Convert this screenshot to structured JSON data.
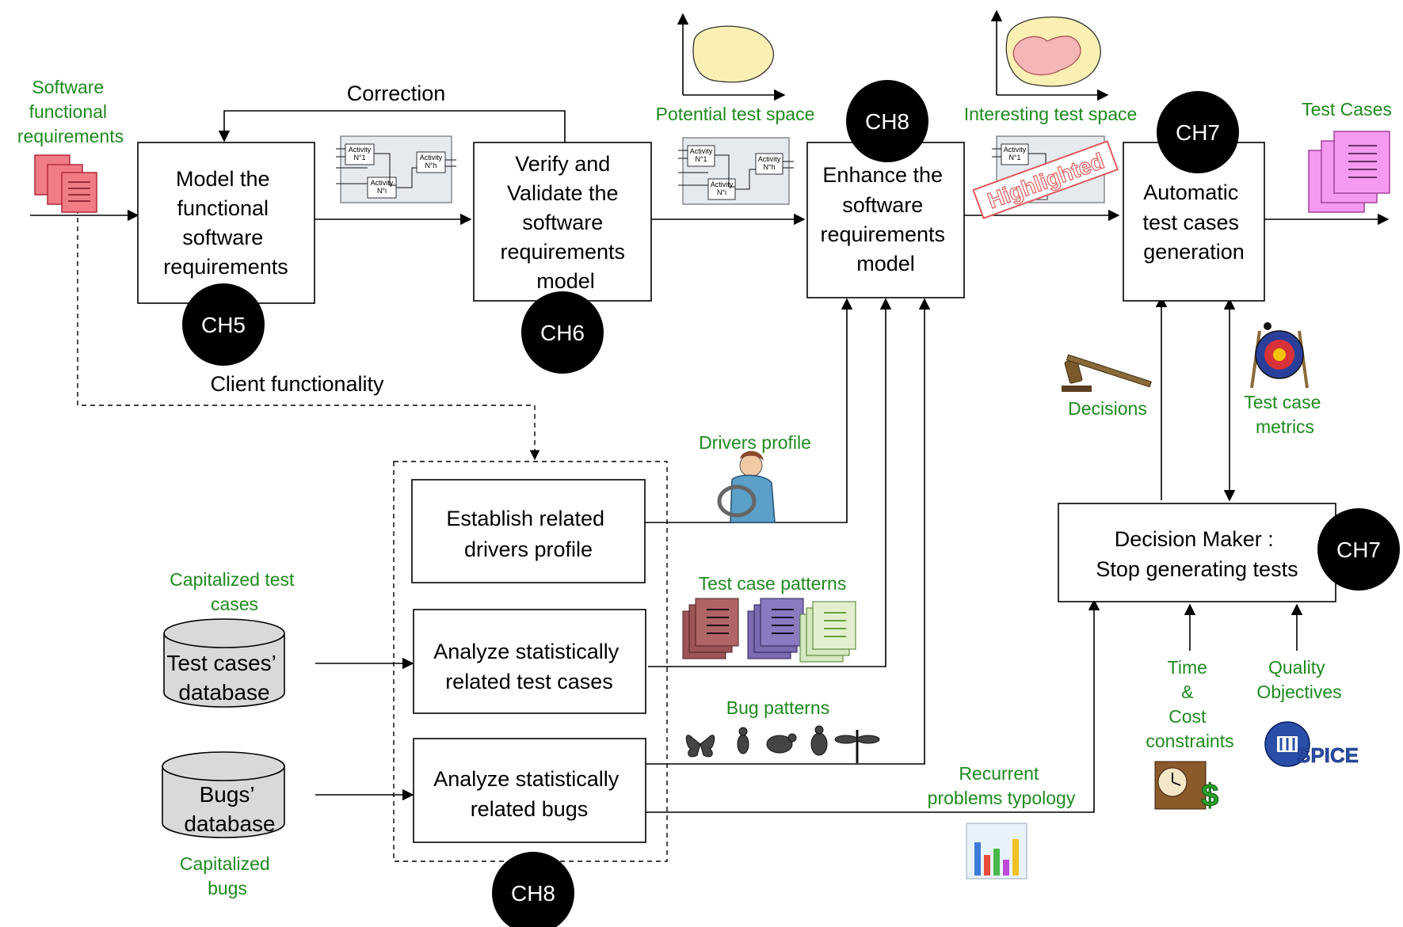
{
  "colors": {
    "label_green": "#1e8a1e",
    "badge": "#000000",
    "doc_red": "#f07c86",
    "doc_pink": "#f59af0",
    "space_yellow": "#fbf0b4",
    "space_pink": "#f5b6b8"
  },
  "processes": {
    "model": [
      "Model the",
      "functional",
      "software",
      "requirements"
    ],
    "verify": [
      "Verify and",
      "Validate the",
      "software",
      "requirements",
      "model"
    ],
    "enhance": [
      "Enhance the",
      "software",
      "requirements",
      "model"
    ],
    "generate": [
      "Automatic",
      "test cases",
      "generation"
    ],
    "decision": [
      "Decision Maker :",
      "Stop generating tests"
    ],
    "establish": [
      "Establish related",
      "drivers profile"
    ],
    "analyze_tests": [
      "Analyze statistically",
      "related test cases"
    ],
    "analyze_bugs": [
      "Analyze statistically",
      "related bugs"
    ]
  },
  "badges": {
    "ch5": "CH5",
    "ch6": "CH6",
    "ch8_top": "CH8",
    "ch7_top": "CH7",
    "ch7_decision": "CH7",
    "ch8_bottom": "CH8"
  },
  "labels": {
    "correction": "Correction",
    "client_functionality": "Client functionality",
    "software_functional_requirements": [
      "Software",
      "functional",
      "requirements"
    ],
    "potential_test_space": "Potential test space",
    "interesting_test_space": "Interesting test space",
    "highlighted": "Highlighted",
    "test_cases": "Test Cases",
    "decisions": "Decisions",
    "test_case_metrics": [
      "Test case",
      "metrics"
    ],
    "drivers_profile": "Drivers profile",
    "test_case_patterns": "Test case patterns",
    "bug_patterns": "Bug patterns",
    "recurrent_problems": [
      "Recurrent",
      "problems typology"
    ],
    "time_cost": [
      "Time",
      "&",
      "Cost",
      "constraints"
    ],
    "quality_objectives": [
      "Quality",
      "Objectives"
    ],
    "capitalized_test_cases": [
      "Capitalized test",
      "cases"
    ],
    "capitalized_bugs": [
      "Capitalized",
      "bugs"
    ],
    "spice": "SPICE"
  },
  "databases": {
    "test_cases": [
      "Test cases’",
      "database"
    ],
    "bugs": [
      "Bugs’",
      "database"
    ]
  },
  "activity_thumbnail": {
    "block1": [
      "Activity",
      "N°1"
    ],
    "block2": [
      "Activity",
      "N°h"
    ],
    "block3": [
      "Activity",
      "N°i"
    ]
  }
}
